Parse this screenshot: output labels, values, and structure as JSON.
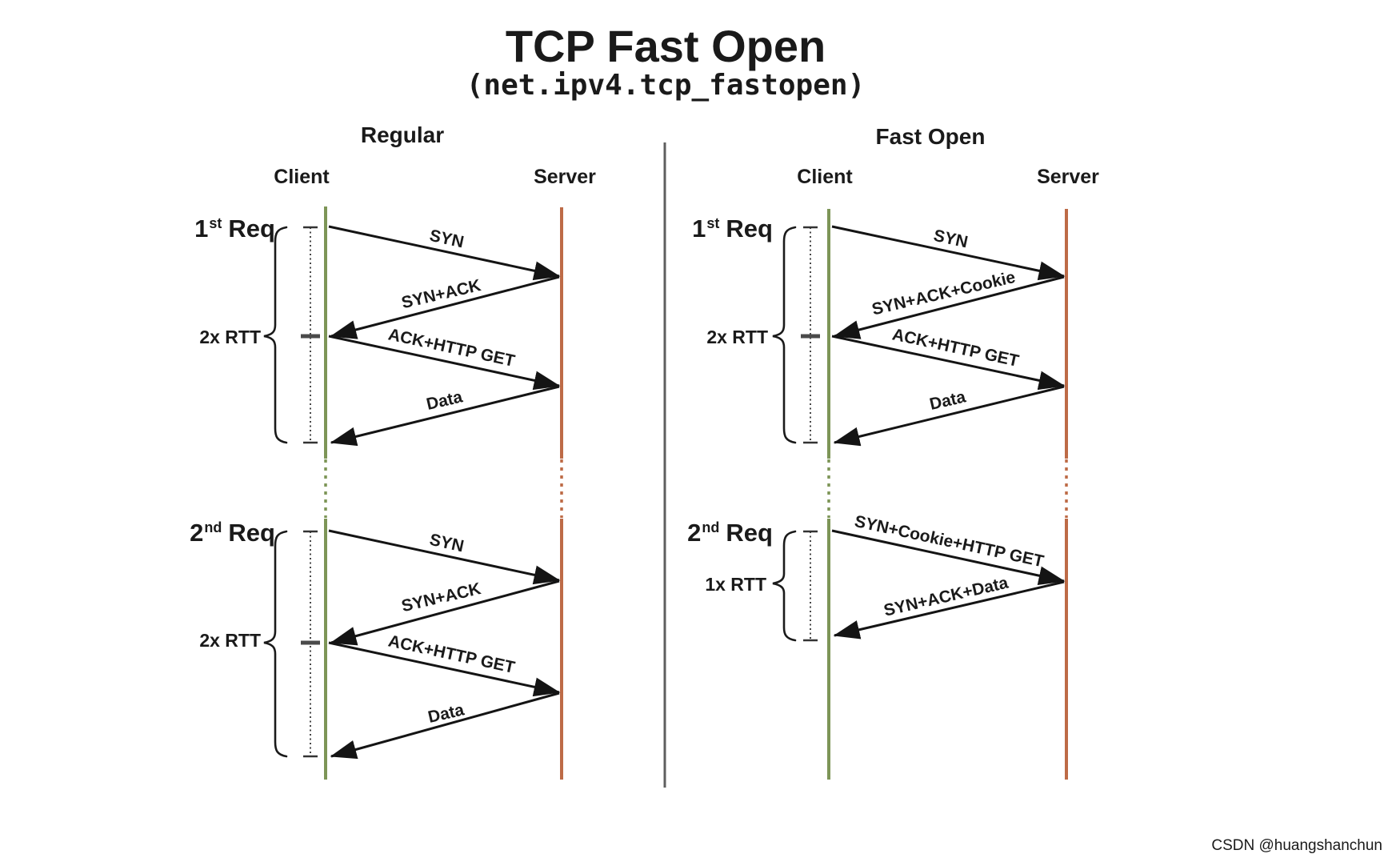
{
  "title": {
    "main": "TCP Fast Open",
    "subtitle": "(net.ipv4.tcp_fastopen)"
  },
  "watermark": "CSDN @huangshanchun",
  "colors": {
    "client_line": "#7d9557",
    "server_line": "#bd6b47",
    "divider": "#5f5f5f",
    "ink": "#1a1a1a",
    "watermark": "#aeaeb4"
  },
  "panels": [
    {
      "heading": "Regular",
      "client": "Client",
      "server": "Server",
      "seq1": {
        "req_num": "1",
        "req_sup": "st",
        "req_word": "Req",
        "rtt": "2x RTT",
        "m1": "SYN",
        "m2": "SYN+ACK",
        "m3": "ACK+HTTP GET",
        "m4": "Data"
      },
      "seq2": {
        "req_num": "2",
        "req_sup": "nd",
        "req_word": "Req",
        "rtt": "2x RTT",
        "m1": "SYN",
        "m2": "SYN+ACK",
        "m3": "ACK+HTTP GET",
        "m4": "Data"
      }
    },
    {
      "heading": "Fast Open",
      "client": "Client",
      "server": "Server",
      "seq1": {
        "req_num": "1",
        "req_sup": "st",
        "req_word": "Req",
        "rtt": "2x RTT",
        "m1": "SYN",
        "m2": "SYN+ACK+Cookie",
        "m3": "ACK+HTTP GET",
        "m4": "Data"
      },
      "seq2": {
        "req_num": "2",
        "req_sup": "nd",
        "req_word": "Req",
        "rtt": "1x RTT",
        "m1": "SYN+Cookie+HTTP GET",
        "m2": "SYN+ACK+Data"
      }
    }
  ]
}
